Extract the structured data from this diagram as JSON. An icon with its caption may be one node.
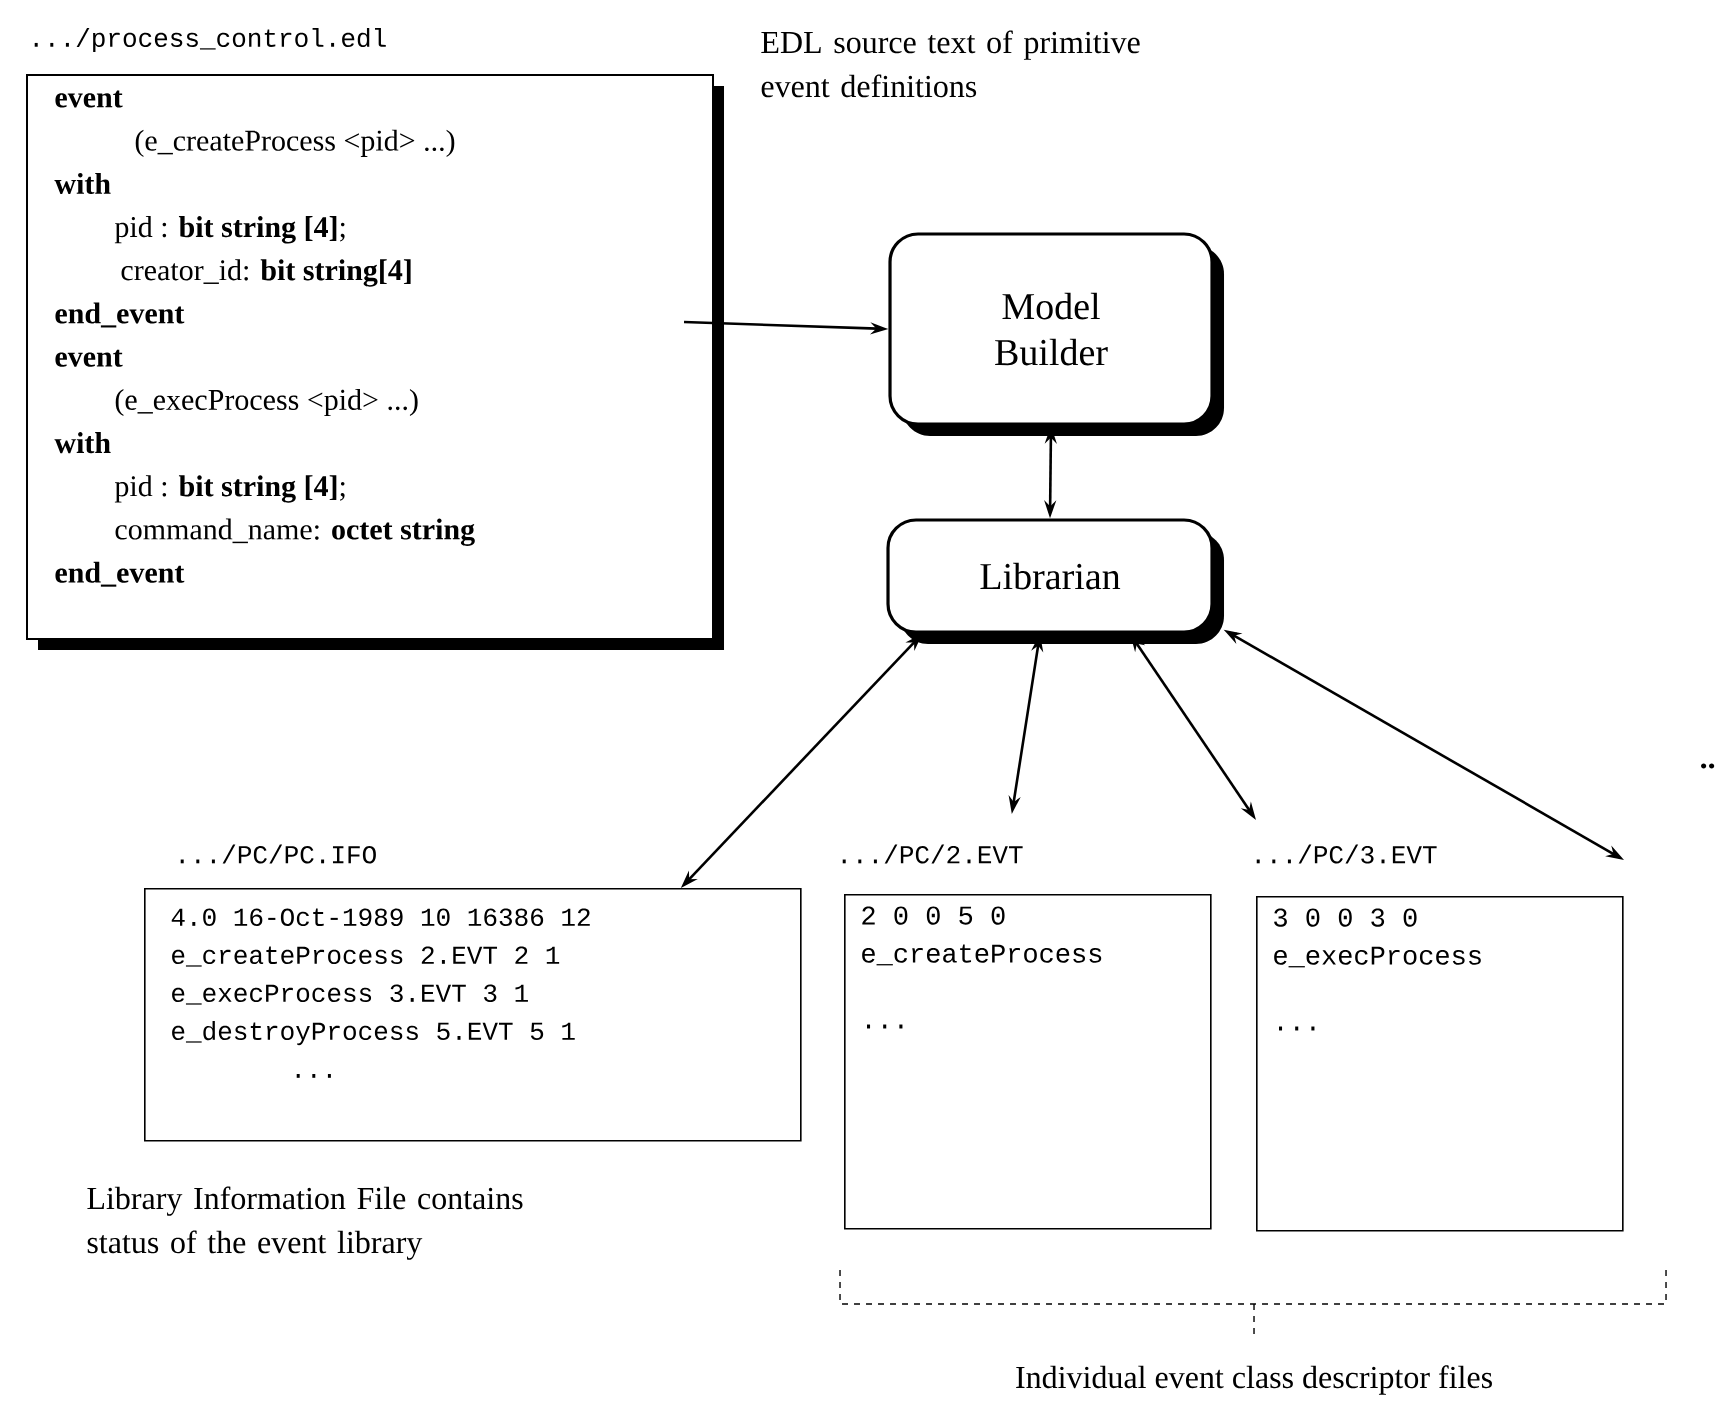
{
  "diagram": {
    "nodes": [
      {
        "text": [
          ".../process_control.edl",
          "event",
          "(e_createProcess <pid> ...)",
          "with",
          "pid : **bit string [4]**;",
          "creator_id: **bit string[4]**",
          "end_event",
          "event",
          "(e_execProcess <pid> ...)",
          "with",
          "pid : **bit string [4]**;",
          "command_name: **octet string**",
          "end_event"
        ]
      },
      {
        "text": [
          "Model Builder"
        ]
      },
      {
        "text": [
          "Librarian"
        ]
      },
      {
        "text": [
          ".../PC/PC.IFO",
          "4.0 16-Oct-1989 10 16386 12",
          "e_createProcess 2.EVT 2 1",
          "e_execProcess 3.EVT 3 1",
          "e_destroyProcess 5.EVT 5 1",
          "..."
        ],
        "beside": [
          "Library Information File contains status of the event library"
        ]
      },
      {
        "text": [
          ".../PC/2.EVT",
          "2 0 0 5 0",
          "e_createProcess",
          "..."
        ]
      },
      {
        "text": [
          ".../PC/3.EVT",
          "3 0 0 3 0",
          "e_execProcess",
          "..."
        ]
      }
    ],
    "edges": [
      {
        "from": 0,
        "to": 1,
        "arrow": "to"
      },
      {
        "from": 1,
        "to": 2,
        "arrow": "both"
      },
      {
        "from": 2,
        "to": 3,
        "arrow": "both"
      },
      {
        "from": 2,
        "to": 4,
        "arrow": "both"
      },
      {
        "from": 2,
        "to": 5,
        "arrow": "both"
      },
      {
        "from": 2,
        "to": null,
        "arrow": "both"
      }
    ],
    "labels": [
      "EDL source text of primitive event definitions",
      "..",
      "Individual event class descriptor files"
    ]
  }
}
